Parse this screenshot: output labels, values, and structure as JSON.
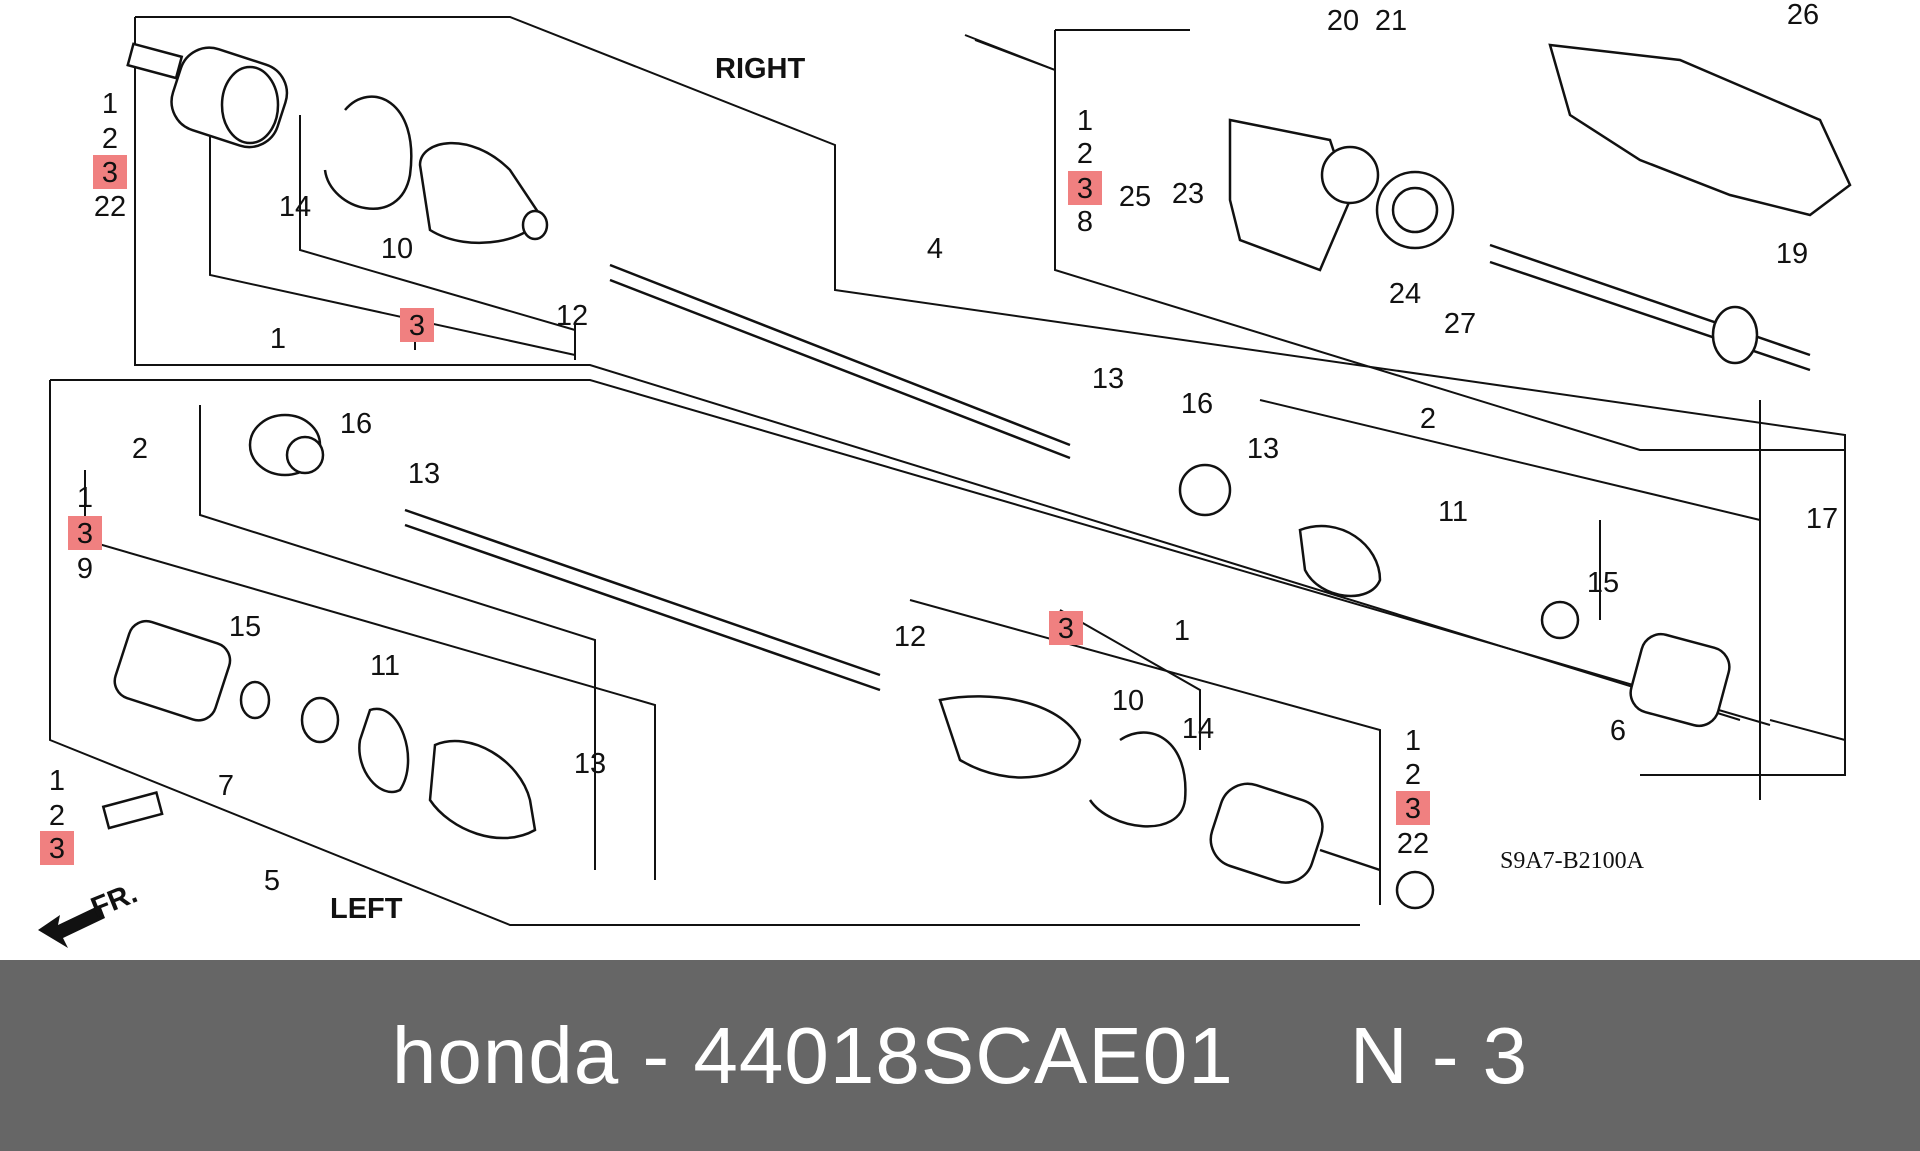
{
  "labels": {
    "right": "RIGHT",
    "left": "LEFT",
    "front": "FR.",
    "diagram_code": "S9A7-B2100A"
  },
  "callouts": [
    "1",
    "2",
    "3",
    "22",
    "14",
    "10",
    "3",
    "1",
    "12",
    "4",
    "1",
    "2",
    "3",
    "8",
    "25",
    "23",
    "20",
    "21",
    "24",
    "27",
    "26",
    "19",
    "17",
    "16",
    "13",
    "13",
    "16",
    "13",
    "2",
    "11",
    "15",
    "6",
    "2",
    "1",
    "3",
    "9",
    "15",
    "11",
    "13",
    "7",
    "5",
    "1",
    "2",
    "3",
    "12",
    "3",
    "1",
    "10",
    "14",
    "1",
    "2",
    "3",
    "22"
  ],
  "highlighted_value": "3",
  "colors": {
    "highlight": "#f08080",
    "footer_bg": "#666666",
    "footer_text": "#ffffff"
  },
  "footer": {
    "text": "honda - 44018SCAE01     N - 3"
  }
}
